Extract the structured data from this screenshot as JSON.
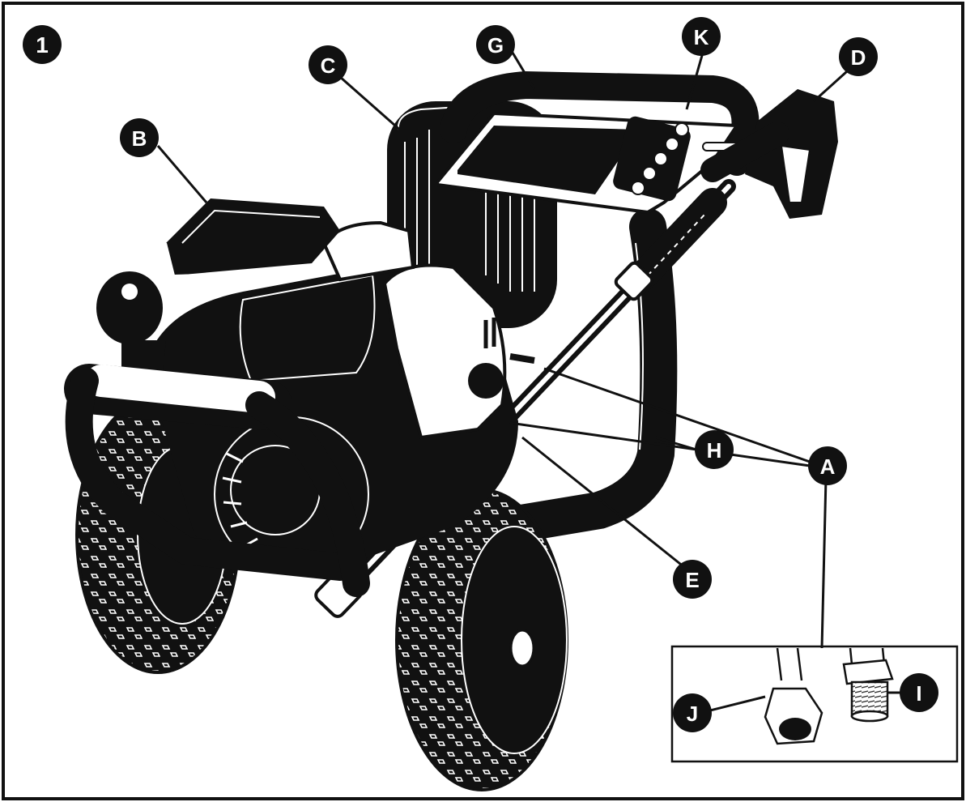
{
  "figure": {
    "number": "1"
  },
  "callouts": {
    "A": "A",
    "B": "B",
    "C": "C",
    "D": "D",
    "E": "E",
    "G": "G",
    "H": "H",
    "I": "I",
    "J": "J",
    "K": "K"
  },
  "colors": {
    "ink": "#111111",
    "paper": "#ffffff",
    "highlight": "#f2f2f2"
  },
  "icons": {
    "machine": "pressure-washer-illustration",
    "inset": "hose-fittings-inset"
  }
}
